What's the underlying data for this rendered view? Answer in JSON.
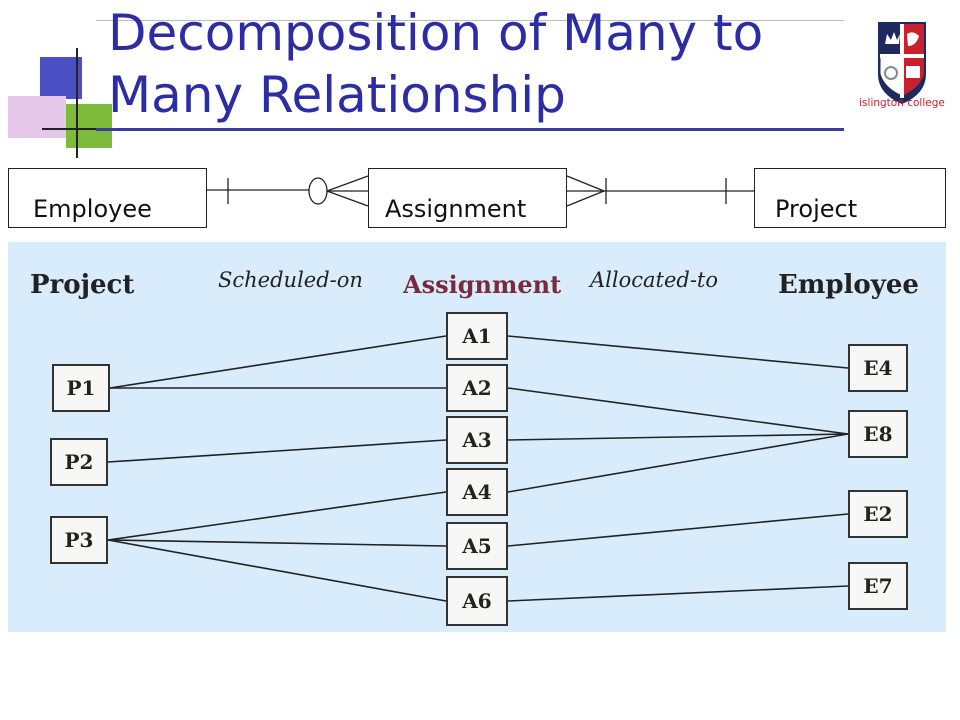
{
  "slide": {
    "title": "Decomposition of Many to Many Relationship"
  },
  "logo": {
    "text": "islington college",
    "colors": {
      "navy": "#1c2a5e",
      "red": "#c8202e",
      "white": "#ffffff"
    }
  },
  "er_row": {
    "entities": [
      {
        "id": "employee",
        "label": "Employee"
      },
      {
        "id": "assignment",
        "label": "Assignment"
      },
      {
        "id": "project",
        "label": "Project"
      }
    ]
  },
  "instance_diagram": {
    "headers": {
      "project": "Project",
      "scheduled_on": "Scheduled-on",
      "assignment": "Assignment",
      "allocated_to": "Allocated-to",
      "employee": "Employee"
    },
    "projects": [
      "P1",
      "P2",
      "P3"
    ],
    "assignments": [
      "A1",
      "A2",
      "A3",
      "A4",
      "A5",
      "A6"
    ],
    "employees": [
      "E4",
      "E8",
      "E2",
      "E7"
    ],
    "project_links": [
      [
        "P1",
        "A1"
      ],
      [
        "P1",
        "A2"
      ],
      [
        "P2",
        "A3"
      ],
      [
        "P3",
        "A4"
      ],
      [
        "P3",
        "A5"
      ],
      [
        "P3",
        "A6"
      ]
    ],
    "employee_links": [
      [
        "A1",
        "E4"
      ],
      [
        "A2",
        "E8"
      ],
      [
        "A3",
        "E8"
      ],
      [
        "A4",
        "E8"
      ],
      [
        "A5",
        "E2"
      ],
      [
        "A6",
        "E7"
      ]
    ],
    "colors": {
      "panel": "#d9ecfb",
      "assignment_header": "#7a2a3a"
    }
  }
}
